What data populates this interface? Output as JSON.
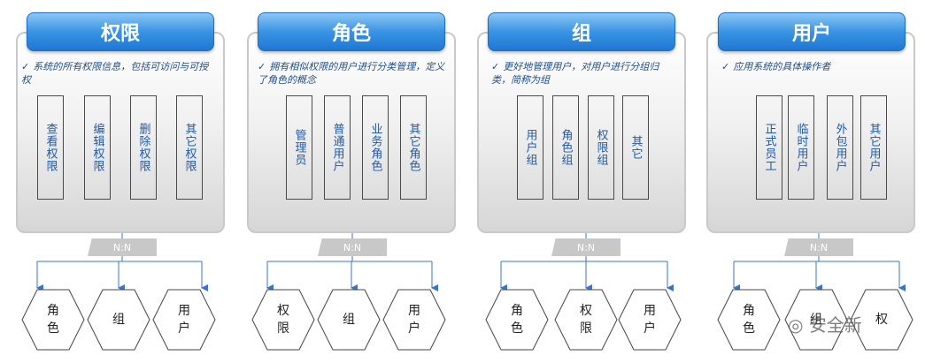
{
  "panels": [
    {
      "title": "权限",
      "description": "系统的所有权限信息，包括可访问与可授权",
      "items": [
        "查看权限",
        "编辑权限",
        "删除权限",
        "其它权限"
      ],
      "relation": "N:N",
      "targets": [
        "角色",
        "组",
        "用户"
      ]
    },
    {
      "title": "角色",
      "description": "拥有相似权限的用户进行分类管理，定义了角色的概念",
      "items": [
        "管理员",
        "普通用户",
        "业务角色",
        "其它角色"
      ],
      "relation": "N:N",
      "targets": [
        "权限",
        "组",
        "用户"
      ]
    },
    {
      "title": "组",
      "description": "更好地管理用户，对用户进行分组归类，简称为组",
      "items": [
        "用户组",
        "角色组",
        "权限组",
        "其它"
      ],
      "relation": "N:N",
      "targets": [
        "角色",
        "权限",
        "用户"
      ]
    },
    {
      "title": "用户",
      "description": "应用系统的具体操作者",
      "items": [
        "正式员工",
        "临时用户",
        "外包用户",
        "其它用户"
      ],
      "relation": "N:N",
      "targets": [
        "角色",
        "组",
        "权"
      ]
    }
  ],
  "watermark": "安全新",
  "colors": {
    "title_bar": "#2f8ae0",
    "item_text": "#1f5aa8",
    "arrow": "#3b74c4",
    "relation_bar": "#c8c8c8"
  }
}
